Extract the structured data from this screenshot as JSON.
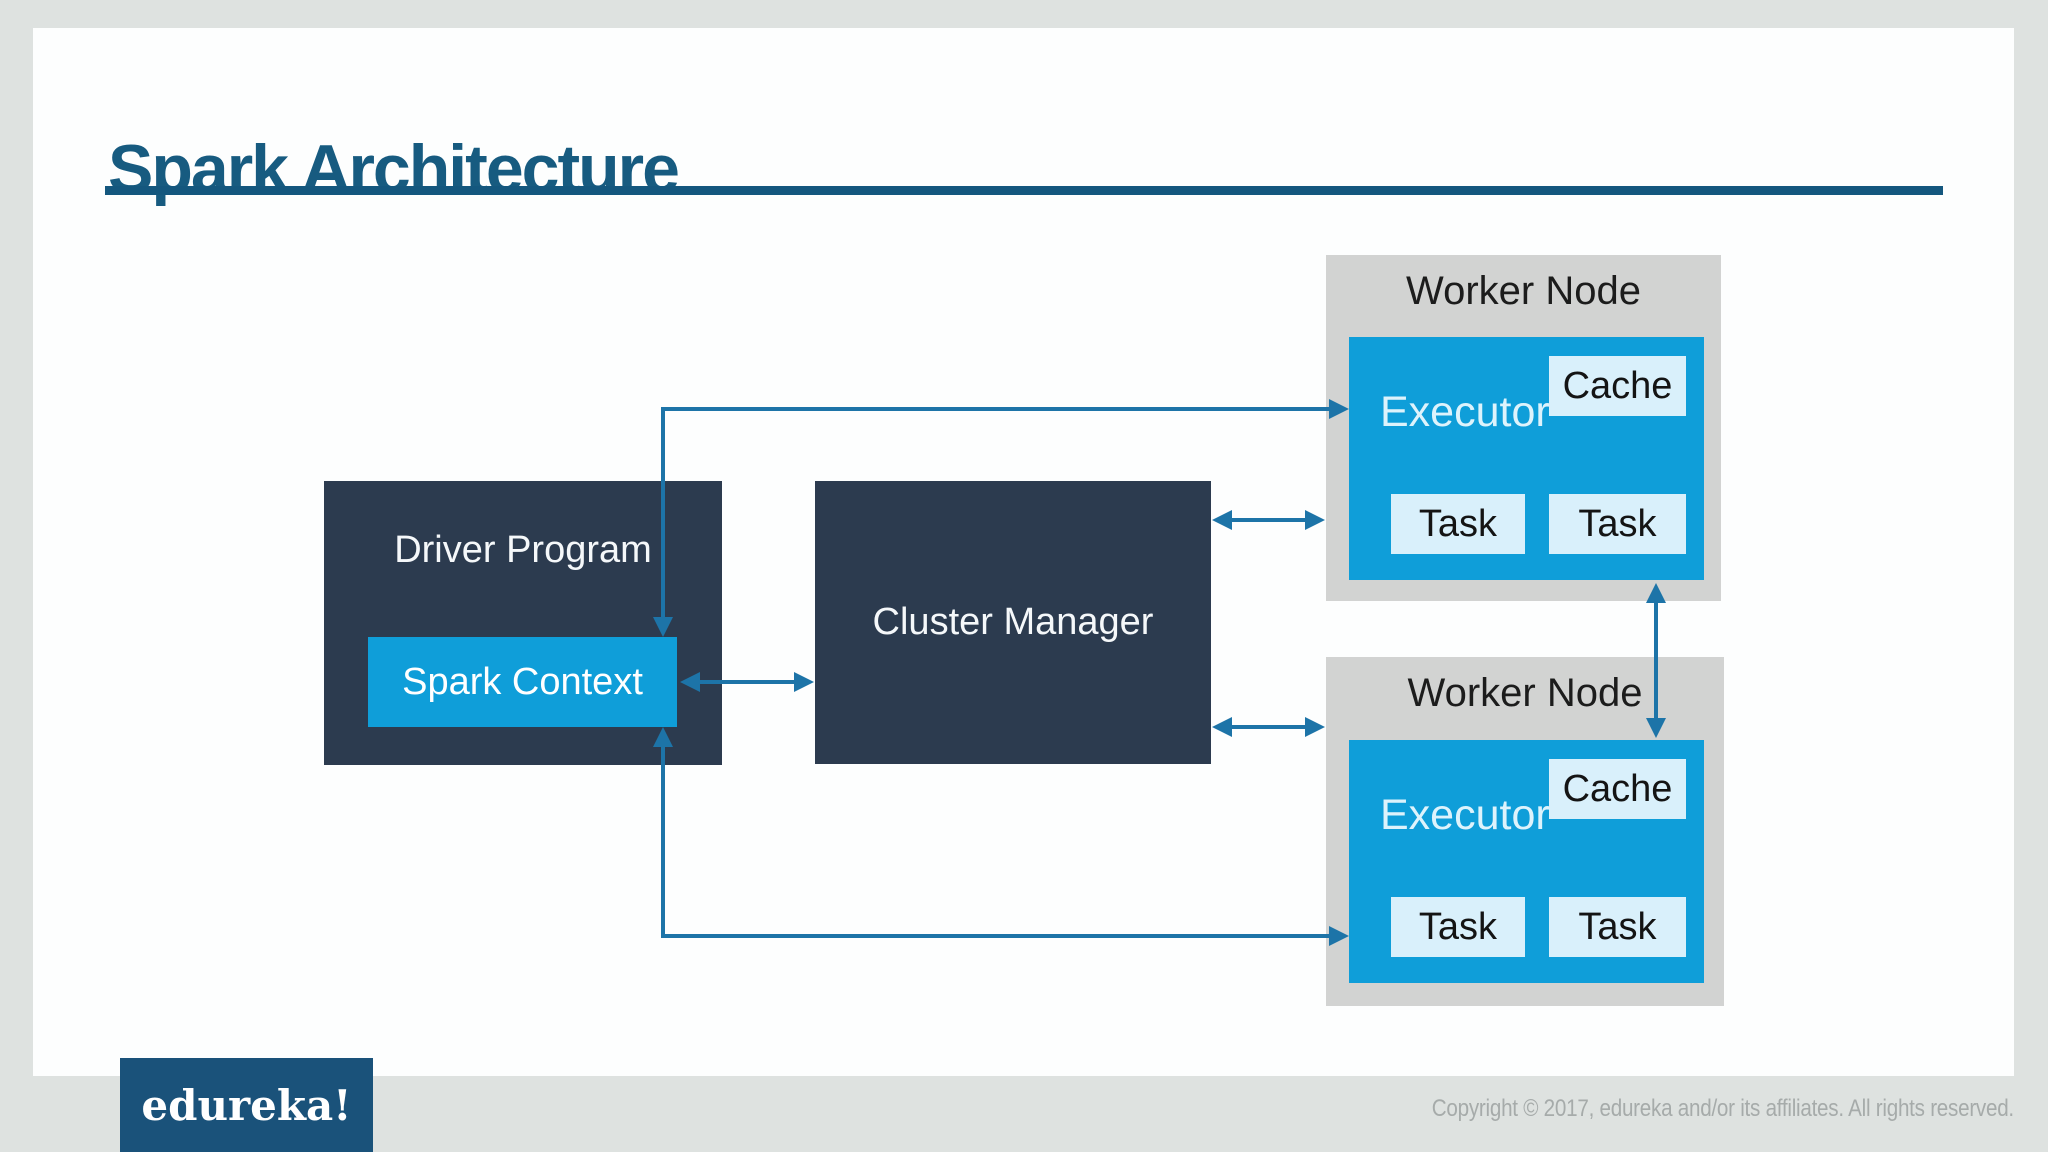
{
  "slide": {
    "title": "Spark Architecture"
  },
  "diagram": {
    "driver": {
      "label": "Driver Program",
      "spark_context_label": "Spark Context"
    },
    "cluster_manager": {
      "label": "Cluster Manager"
    },
    "workers": [
      {
        "label": "Worker Node",
        "executor_label": "Executor",
        "cache_label": "Cache",
        "tasks": [
          "Task",
          "Task"
        ]
      },
      {
        "label": "Worker Node",
        "executor_label": "Executor",
        "cache_label": "Cache",
        "tasks": [
          "Task",
          "Task"
        ]
      }
    ],
    "connections": [
      {
        "from": "spark-context",
        "to": "executor-top",
        "type": "double-arrow"
      },
      {
        "from": "spark-context",
        "to": "executor-bottom",
        "type": "double-arrow"
      },
      {
        "from": "spark-context",
        "to": "cluster-manager",
        "type": "double-arrow"
      },
      {
        "from": "cluster-manager",
        "to": "worker-node-top",
        "type": "double-arrow"
      },
      {
        "from": "cluster-manager",
        "to": "worker-node-bottom",
        "type": "double-arrow"
      },
      {
        "from": "worker-node-top",
        "to": "worker-node-bottom",
        "type": "double-arrow"
      }
    ]
  },
  "footer": {
    "logo_text": "edureka!",
    "copyright": "Copyright © 2017, edureka and/or its affiliates. All rights reserved."
  },
  "colors": {
    "page_background_gray": "#dee2e0",
    "slide_white": "#fdfefe",
    "title_blue": "#175b80",
    "underline_blue": "#14577e",
    "navy_box": "#2c3b4f",
    "bright_blue_box": "#0f9ed9",
    "light_blue_box": "#d9f0fb",
    "worker_gray": "#d2d3d2",
    "arrow_blue": "#1d74a8",
    "logo_navy": "#1a527a",
    "copyright_gray": "#a6abaa"
  }
}
